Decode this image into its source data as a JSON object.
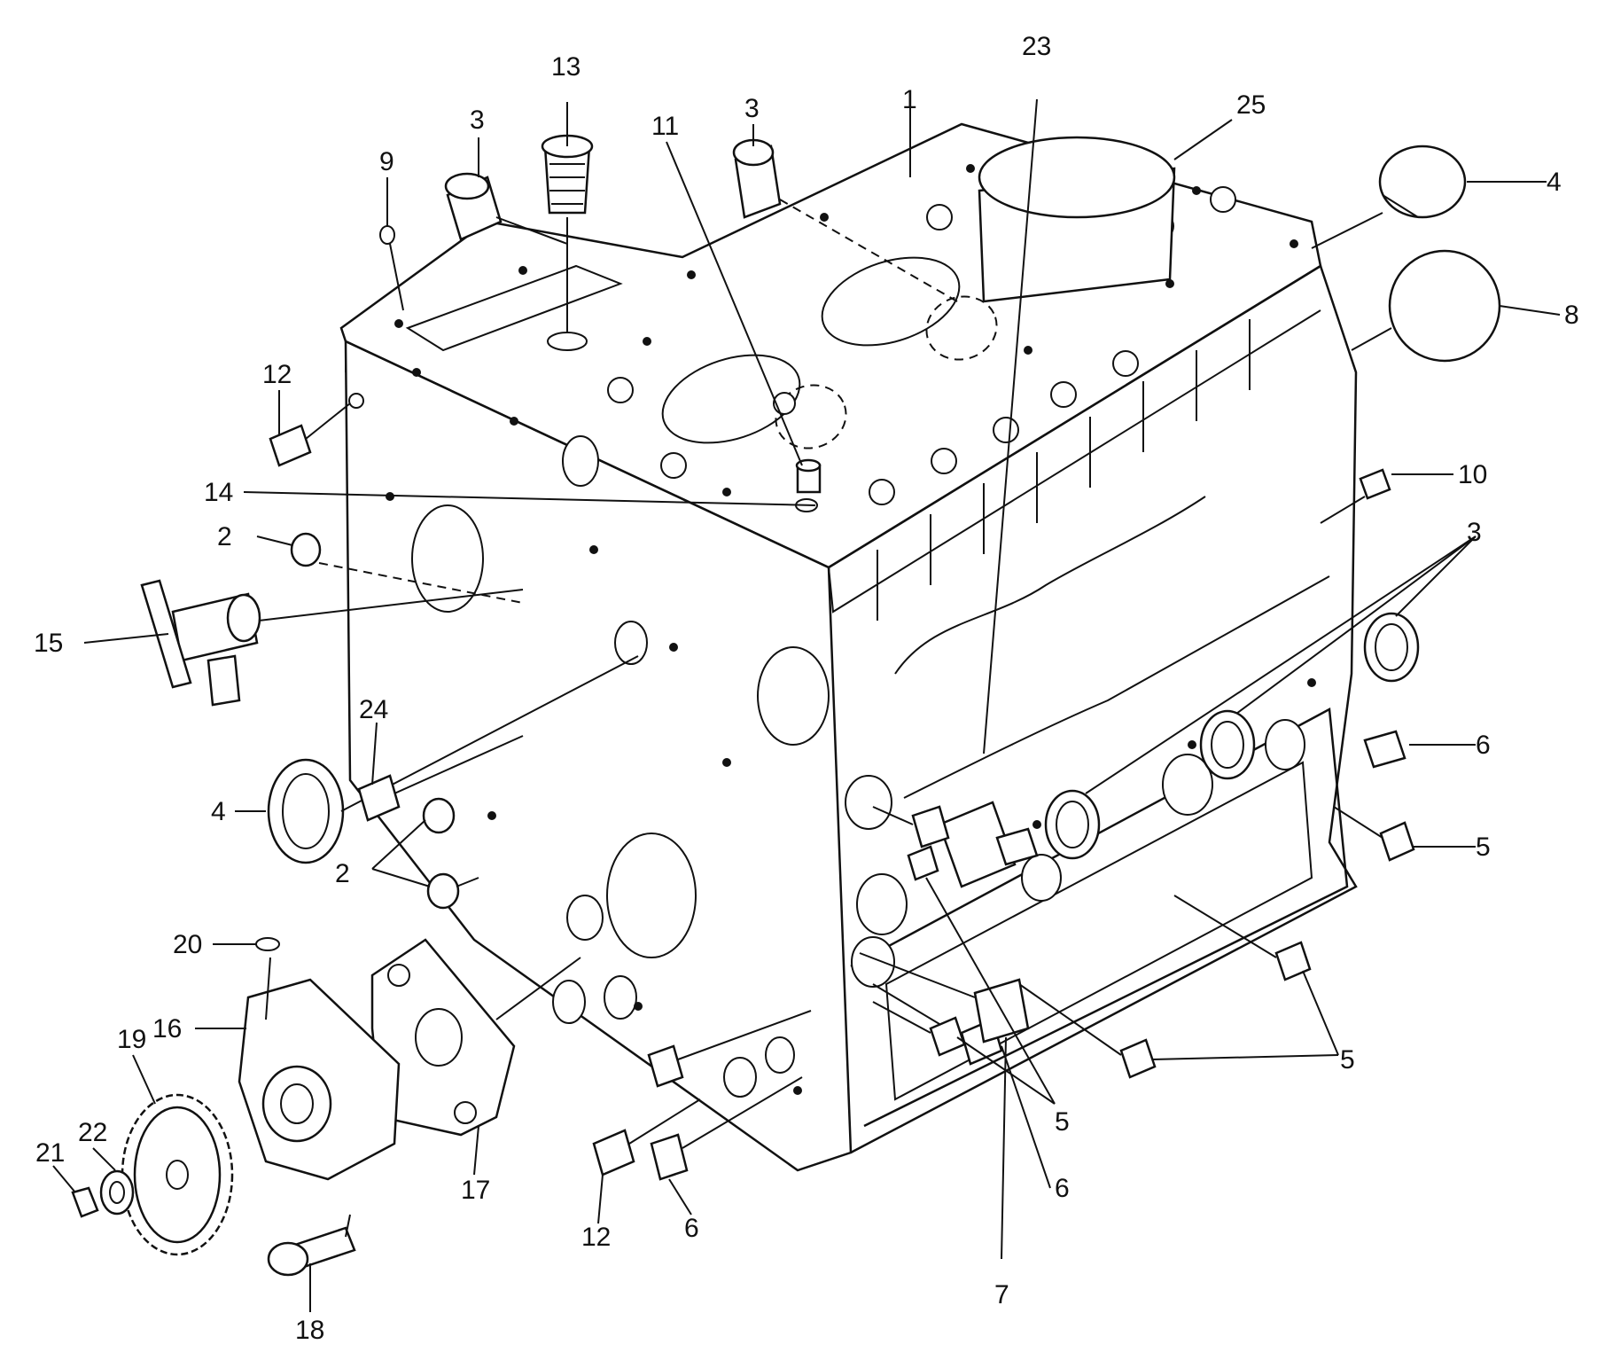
{
  "diagram": {
    "colors": {
      "ink": "#111111",
      "paper": "#ffffff"
    },
    "callouts": [
      {
        "id": "c1",
        "label": "1"
      },
      {
        "id": "c2a",
        "label": "2"
      },
      {
        "id": "c2b",
        "label": "2"
      },
      {
        "id": "c3a",
        "label": "3"
      },
      {
        "id": "c3b",
        "label": "3"
      },
      {
        "id": "c3c",
        "label": "3"
      },
      {
        "id": "c4a",
        "label": "4"
      },
      {
        "id": "c4b",
        "label": "4"
      },
      {
        "id": "c5a",
        "label": "5"
      },
      {
        "id": "c5b",
        "label": "5"
      },
      {
        "id": "c5c",
        "label": "5"
      },
      {
        "id": "c6a",
        "label": "6"
      },
      {
        "id": "c6b",
        "label": "6"
      },
      {
        "id": "c6c",
        "label": "6"
      },
      {
        "id": "c7",
        "label": "7"
      },
      {
        "id": "c8",
        "label": "8"
      },
      {
        "id": "c9",
        "label": "9"
      },
      {
        "id": "c10",
        "label": "10"
      },
      {
        "id": "c11",
        "label": "11"
      },
      {
        "id": "c12a",
        "label": "12"
      },
      {
        "id": "c12b",
        "label": "12"
      },
      {
        "id": "c13",
        "label": "13"
      },
      {
        "id": "c14",
        "label": "14"
      },
      {
        "id": "c15",
        "label": "15"
      },
      {
        "id": "c16",
        "label": "16"
      },
      {
        "id": "c17",
        "label": "17"
      },
      {
        "id": "c18",
        "label": "18"
      },
      {
        "id": "c19",
        "label": "19"
      },
      {
        "id": "c20",
        "label": "20"
      },
      {
        "id": "c21",
        "label": "21"
      },
      {
        "id": "c22",
        "label": "22"
      },
      {
        "id": "c23",
        "label": "23"
      },
      {
        "id": "c24",
        "label": "24"
      },
      {
        "id": "c25",
        "label": "25"
      }
    ]
  }
}
